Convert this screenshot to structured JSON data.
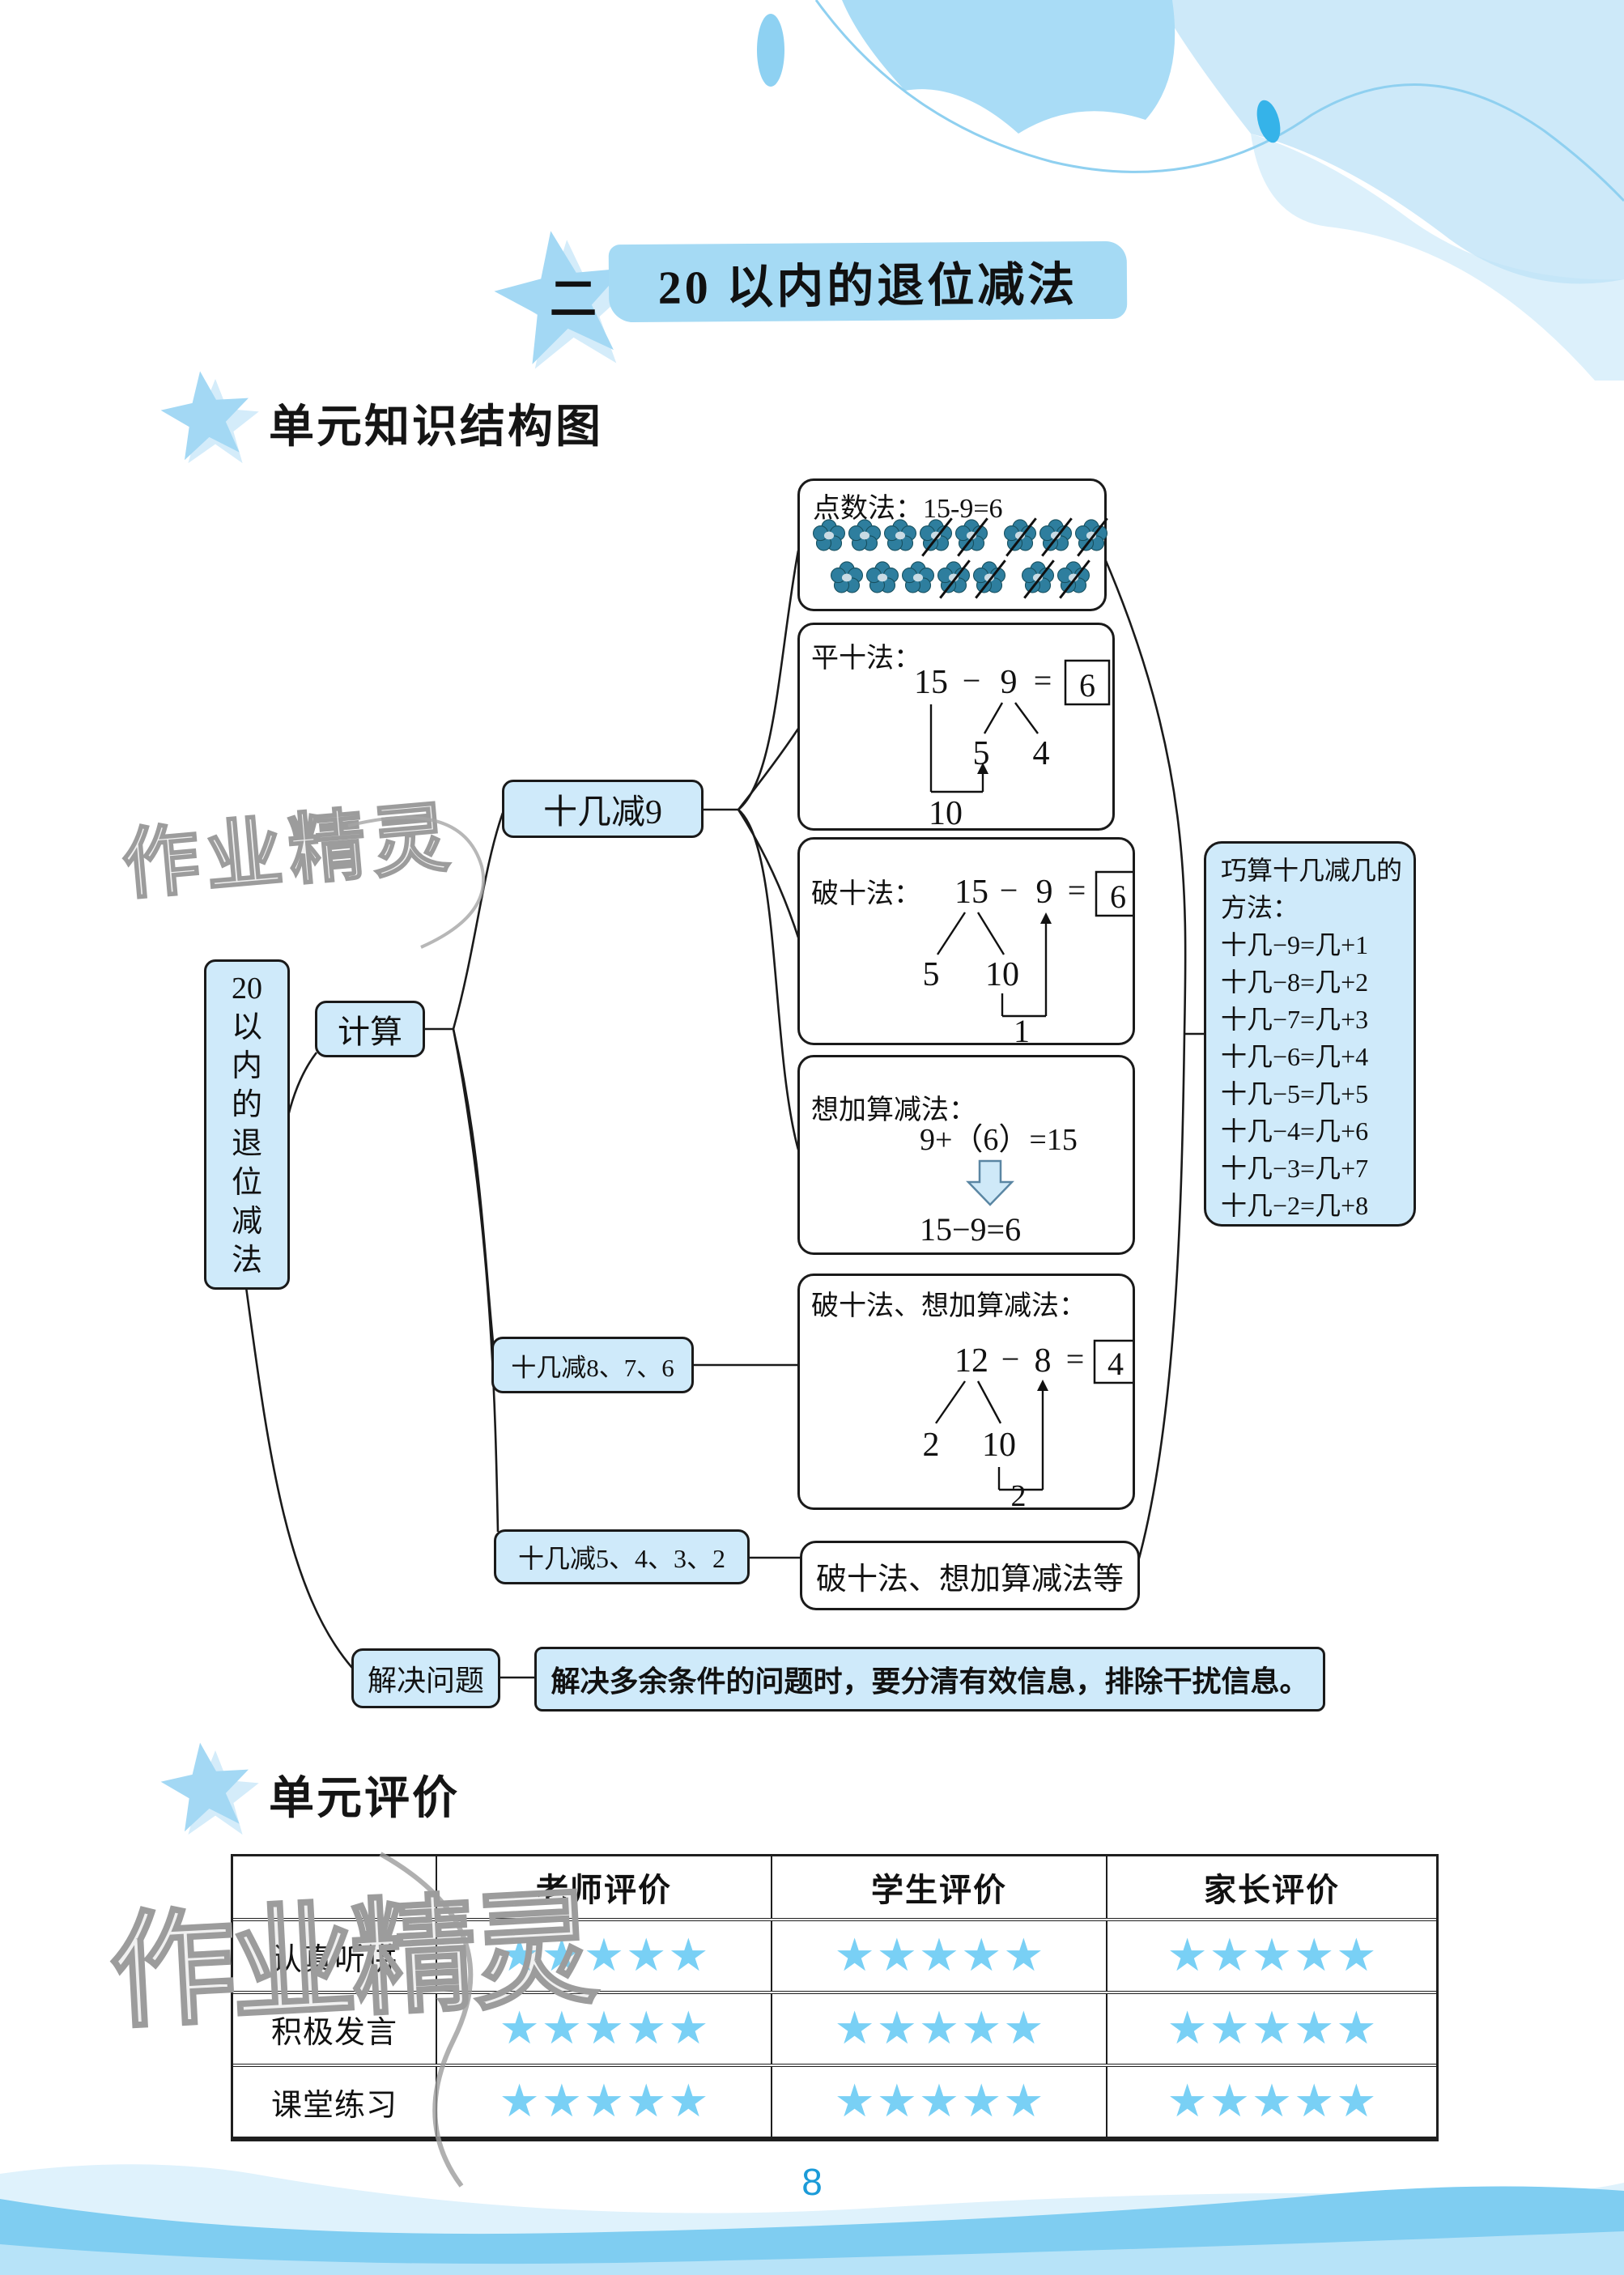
{
  "title": {
    "unit_number": "二",
    "text": "20 以内的退位减法"
  },
  "sections": {
    "structure_heading": "单元知识结构图",
    "evaluation_heading": "单元评价"
  },
  "diagram": {
    "root_chars": [
      "20",
      "以",
      "内",
      "的",
      "退",
      "位",
      "减",
      "法"
    ],
    "calc_label": "计算",
    "solve_label": "解决问题",
    "minus9_label": "十几减9",
    "minus876_label": "十几减8、7、6",
    "minus5432_label": "十几减5、4、3、2",
    "solve_tip": "解决多余条件的问题时，要分清有效信息，排除干扰信息。",
    "dots": {
      "title": "点数法：15-9=6",
      "rows": [
        [
          0,
          0,
          0,
          1,
          1,
          1,
          1,
          1
        ],
        [
          0,
          0,
          0,
          1,
          1,
          1,
          1
        ]
      ]
    },
    "level_ten": {
      "label": "平十法：",
      "minuend": "15",
      "minus": "−",
      "subtrahend": "9",
      "eq": "=",
      "answer": "6",
      "part_left": "5",
      "part_right": "4",
      "ten": "10"
    },
    "break_ten": {
      "label": "破十法：",
      "minuend": "15",
      "minus": "−",
      "subtrahend": "9",
      "eq": "=",
      "answer": "6",
      "part_left": "5",
      "part_right": "10",
      "borrow": "1"
    },
    "add_think": {
      "label": "想加算减法：",
      "line1": "9+（6）=15",
      "line2": "15−9=6"
    },
    "break_add": {
      "title": "破十法、想加算减法：",
      "minuend": "12",
      "minus": "−",
      "subtrahend": "8",
      "eq": "=",
      "answer": "4",
      "part_left": "2",
      "part_right": "10",
      "borrow": "2"
    },
    "break_add_etc": "破十法、想加算减法等",
    "tips": {
      "title_line1": "巧算十几减几的",
      "title_line2": "方法：",
      "rules": [
        "十几−9=几+1",
        "十几−8=几+2",
        "十几−7=几+3",
        "十几−6=几+4",
        "十几−5=几+5",
        "十几−4=几+6",
        "十几−3=几+7",
        "十几−2=几+8"
      ]
    }
  },
  "evaluation": {
    "headers": [
      "老师评价",
      "学生评价",
      "家长评价"
    ],
    "rows": [
      {
        "label": "认真听讲",
        "stars": [
          5,
          5,
          5
        ]
      },
      {
        "label": "积极发言",
        "stars": [
          5,
          5,
          5
        ]
      },
      {
        "label": "课堂练习",
        "stars": [
          5,
          5,
          5
        ]
      }
    ]
  },
  "watermark": {
    "text": "作业精灵"
  },
  "page": {
    "number": "8"
  },
  "colors": {
    "banner_blue": "#a5daf4",
    "box_blue": "#cfeafa",
    "rating_star_blue": "#79d0f5",
    "flower_teal": "#2e7e9e",
    "page_number_blue": "#1b9bd8"
  }
}
